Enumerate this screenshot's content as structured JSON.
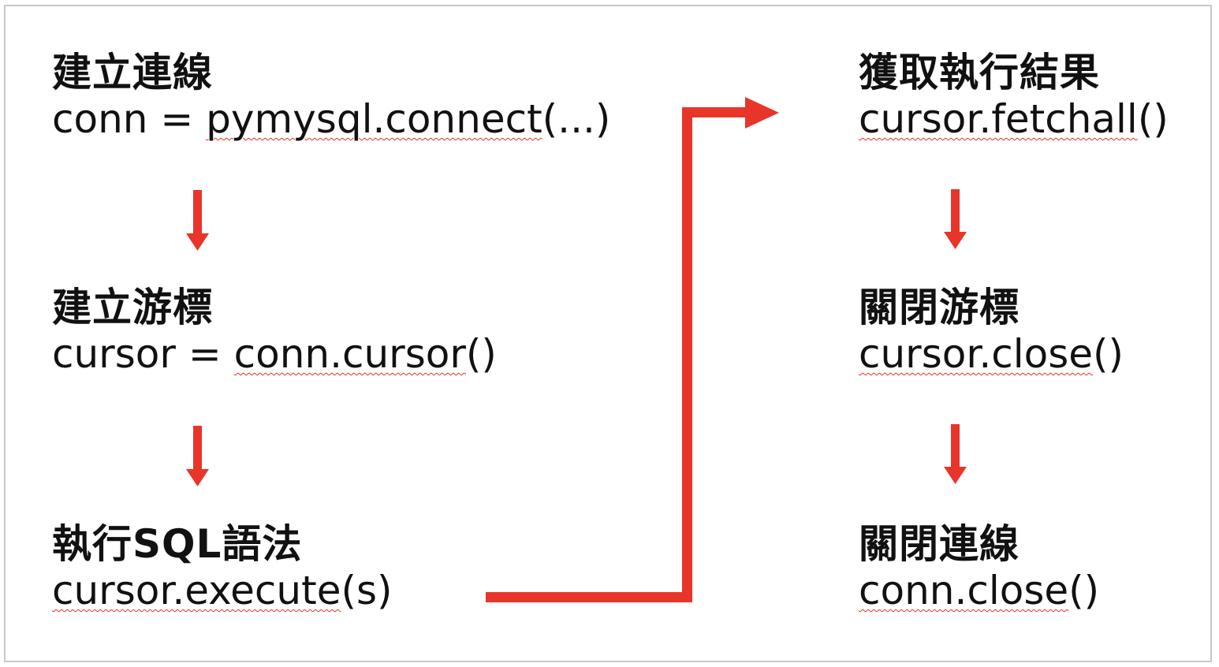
{
  "colors": {
    "arrow": "#e8352a",
    "text": "#111111",
    "frame": "#c8c8c8",
    "spellcheck": "#e0322c"
  },
  "steps": [
    {
      "title": "建立連線",
      "code_plain": "conn = ",
      "code_marked": "pymysql.connect",
      "code_tail": "(...)"
    },
    {
      "title": "建立游標",
      "code_plain": "cursor = ",
      "code_marked": "conn.cursor",
      "code_tail": "()"
    },
    {
      "title": "執行SQL語法",
      "code_plain": "",
      "code_marked": "cursor.execute",
      "code_tail": "(s)"
    },
    {
      "title": "獲取執行結果",
      "code_plain": "",
      "code_marked": "cursor.fetchall",
      "code_tail": "()"
    },
    {
      "title": "關閉游標",
      "code_plain": "",
      "code_marked": "cursor.close",
      "code_tail": "()"
    },
    {
      "title": "關閉連線",
      "code_plain": "",
      "code_marked": "conn.close",
      "code_tail": "()"
    }
  ],
  "connectors": [
    {
      "from": 0,
      "to": 1,
      "icon": "arrow-down-icon"
    },
    {
      "from": 1,
      "to": 2,
      "icon": "arrow-down-icon"
    },
    {
      "from": 2,
      "to": 3,
      "icon": "elbow-arrow-right-icon"
    },
    {
      "from": 3,
      "to": 4,
      "icon": "arrow-down-icon"
    },
    {
      "from": 4,
      "to": 5,
      "icon": "arrow-down-icon"
    }
  ]
}
